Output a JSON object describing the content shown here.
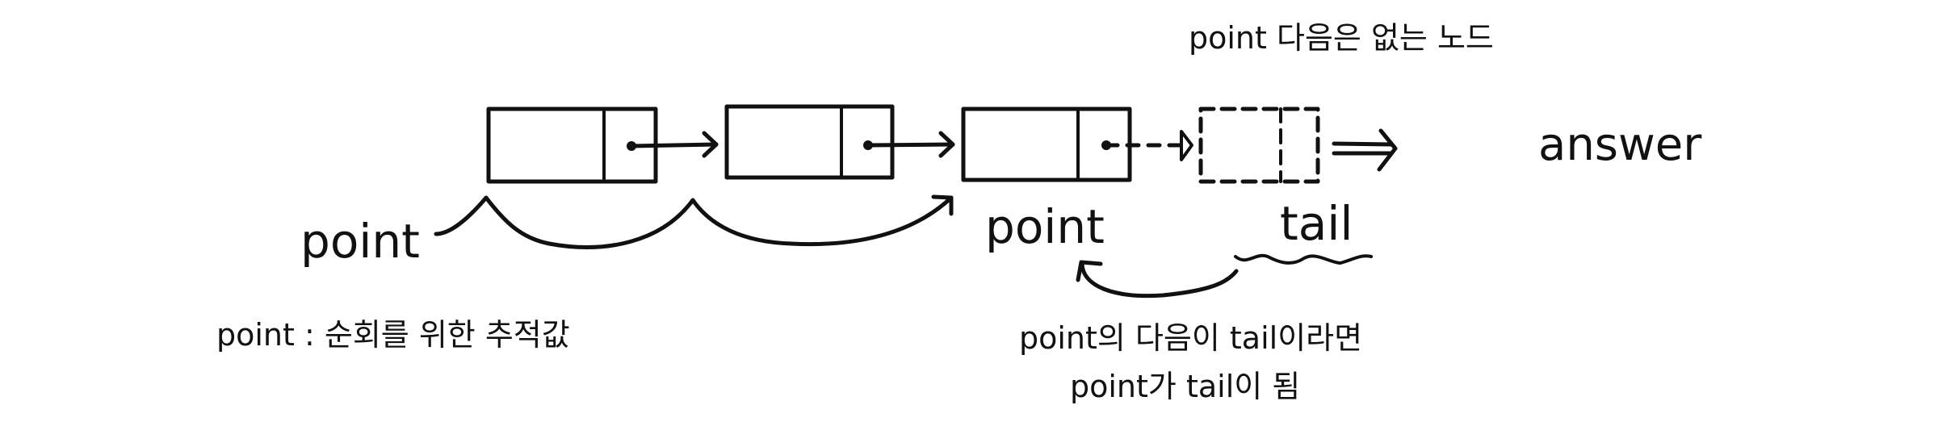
{
  "title": "Linked list traversal: point pointer finding the node before tail",
  "colors": {
    "ink": "#111111",
    "background": "#ffffff"
  },
  "nodes": [
    {
      "id": "node-1",
      "style": "solid"
    },
    {
      "id": "node-2",
      "style": "solid"
    },
    {
      "id": "node-3",
      "style": "solid"
    },
    {
      "id": "node-4",
      "style": "dashed"
    }
  ],
  "labels": {
    "top_note": "point 다음은 없는 노드",
    "answer": "answer",
    "point_start": "point",
    "point_current": "point",
    "tail": "tail",
    "legend_point": "point : 순회를 위한 추적값",
    "condition_line1": "point의 다음이 tail이라면",
    "condition_line2": "point가 tail이 됨"
  }
}
